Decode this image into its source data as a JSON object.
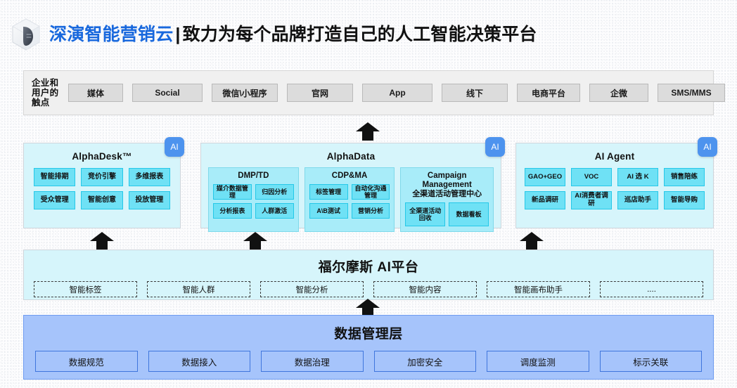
{
  "header": {
    "logo_icon": "cube-leaf-logo",
    "brand": "深演智能营销云",
    "separator": "|",
    "tagline": "致力为每个品牌打造自己的人工智能决策平台",
    "brand_color": "#1868dd"
  },
  "touchpoints": {
    "label": "企业和用户的触点",
    "items": [
      {
        "label": "媒体"
      },
      {
        "label": "Social"
      },
      {
        "label": "微信\\小程序"
      },
      {
        "label": "官网"
      },
      {
        "label": "App"
      },
      {
        "label": "线下"
      },
      {
        "label": "电商平台"
      },
      {
        "label": "企微"
      },
      {
        "label": "SMS/MMS"
      }
    ]
  },
  "products": {
    "ai_badge_label": "AI",
    "ai_badge_color": "#4d93ee",
    "alphadesk": {
      "title": "AlphaDesk™",
      "tiles": [
        {
          "label": "智能排期"
        },
        {
          "label": "竞价引擎"
        },
        {
          "label": "多维报表"
        },
        {
          "label": "受众管理"
        },
        {
          "label": "智能创意"
        },
        {
          "label": "投放管理"
        }
      ]
    },
    "alphadata": {
      "title": "AlphaData",
      "groups": [
        {
          "title_en": "DMP/TD",
          "title_cn": "",
          "tiles": [
            {
              "label": "媒介数据管理"
            },
            {
              "label": "归因分析"
            },
            {
              "label": "分析报表"
            },
            {
              "label": "人群激活"
            }
          ]
        },
        {
          "title_en": "CDP&MA",
          "title_cn": "",
          "tiles": [
            {
              "label": "标签管理"
            },
            {
              "label": "自动化沟通管理"
            },
            {
              "label": "A\\B测试"
            },
            {
              "label": "营销分析"
            }
          ]
        },
        {
          "title_en": "Campaign Management",
          "title_cn": "全渠道活动管理中心",
          "tiles": [
            {
              "label": "全渠道活动回收"
            },
            {
              "label": "数据看板"
            }
          ]
        }
      ]
    },
    "ai_agent": {
      "title": "AI Agent",
      "tiles": [
        {
          "label": "GAO+GEO"
        },
        {
          "label": "VOC"
        },
        {
          "label": "AI 选 K"
        },
        {
          "label": "销售陪练"
        },
        {
          "label": "新品调研"
        },
        {
          "label": "AI消费者调研"
        },
        {
          "label": "巡店助手"
        },
        {
          "label": "智能导购"
        }
      ]
    }
  },
  "platform": {
    "title": "福尔摩斯 AI平台",
    "items": [
      {
        "label": "智能标签"
      },
      {
        "label": "智能人群"
      },
      {
        "label": "智能分析"
      },
      {
        "label": "智能内容"
      },
      {
        "label": "智能画布助手"
      },
      {
        "label": "...."
      }
    ]
  },
  "data_layer": {
    "title": "数据管理层",
    "items": [
      {
        "label": "数据规范"
      },
      {
        "label": "数据接入"
      },
      {
        "label": "数据治理"
      },
      {
        "label": "加密安全"
      },
      {
        "label": "调度监测"
      },
      {
        "label": "标示关联"
      }
    ]
  }
}
